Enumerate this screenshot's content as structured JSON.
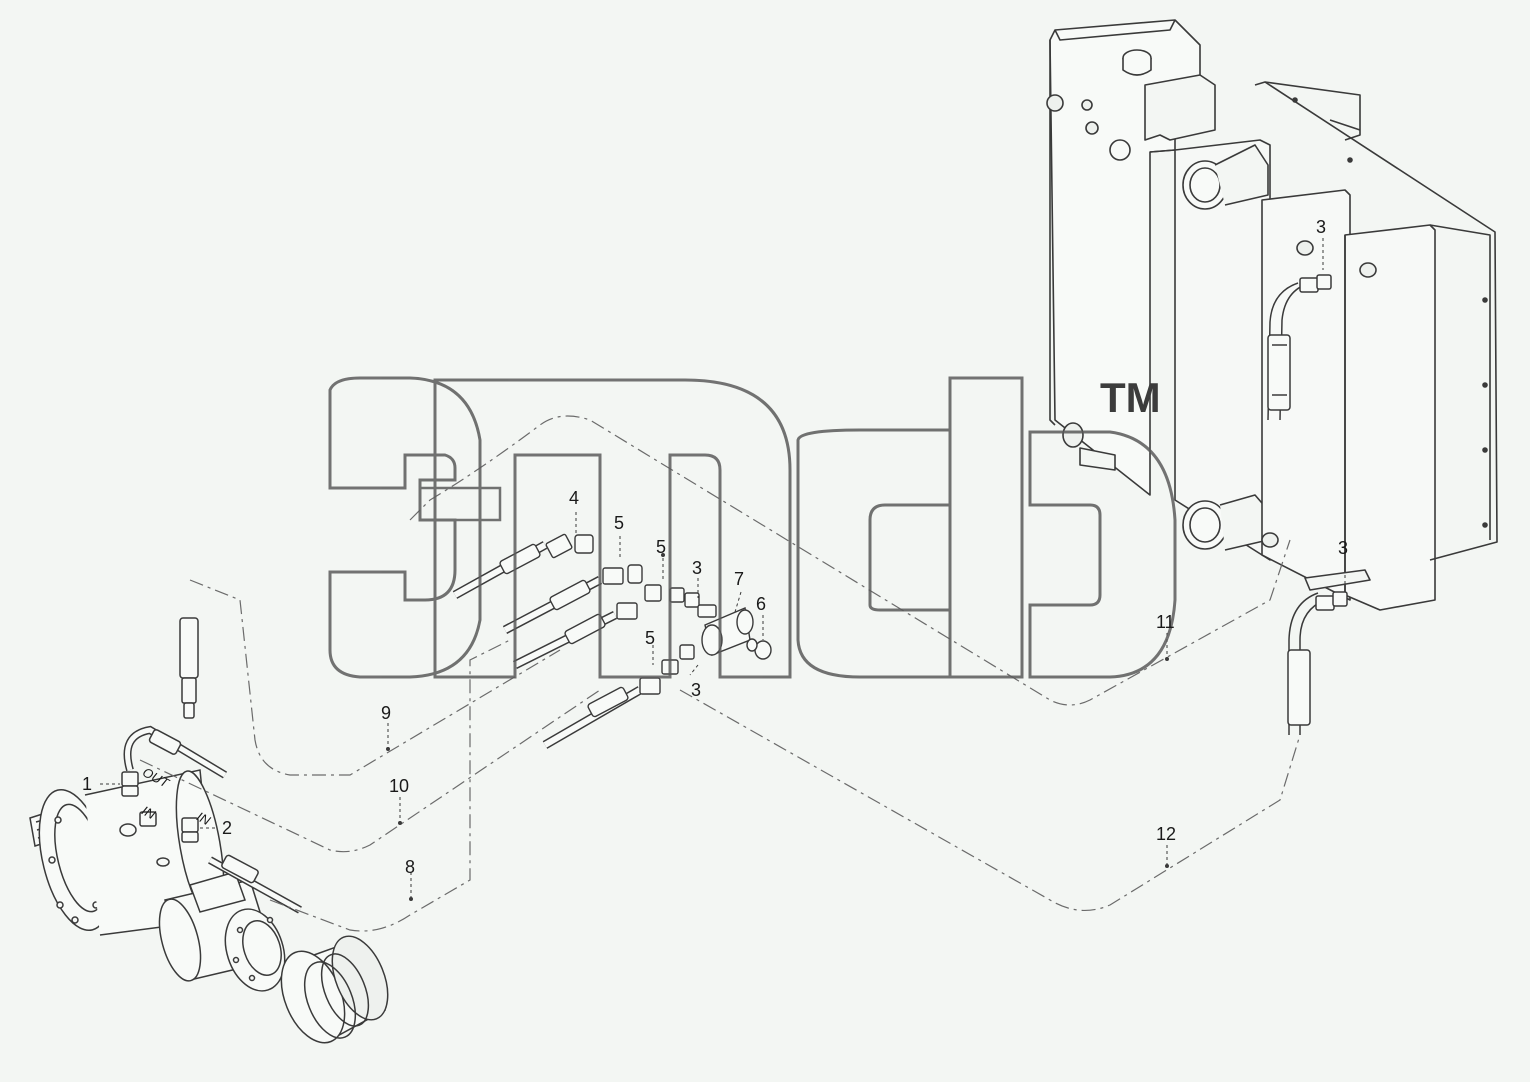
{
  "watermark": {
    "text": "эпсэ",
    "trademark": "TM"
  },
  "callouts": {
    "c1": "1",
    "c2": "2",
    "c3a": "3",
    "c3b": "3",
    "c3c": "3",
    "c3d": "3",
    "c4": "4",
    "c5a": "5",
    "c5b": "5",
    "c5c": "5",
    "c6": "6",
    "c7": "7",
    "c8": "8",
    "c9": "9",
    "c10": "10",
    "c11": "11",
    "c12": "12"
  },
  "port_labels": {
    "out": "OUT",
    "in_left": "IN",
    "in_right": "IN"
  },
  "colors": {
    "background": "#f3f6f3",
    "line": "#3a3a3a",
    "dash": "#6b6b6b",
    "watermark_stroke": "#5a5a5a"
  }
}
